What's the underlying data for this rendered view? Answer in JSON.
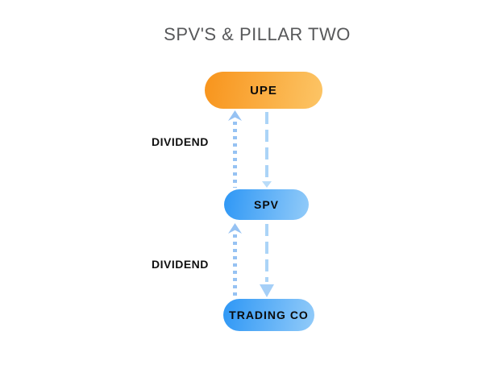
{
  "title": "SPV'S & PILLAR TWO",
  "nodes": {
    "upe": {
      "label": "UPE"
    },
    "spv": {
      "label": "SPV"
    },
    "trading_co": {
      "label": "TRADING CO"
    }
  },
  "edges": {
    "spv_to_upe": {
      "label": "DIVIDEND",
      "style": "dotted",
      "direction": "up"
    },
    "upe_to_spv": {
      "label": "",
      "style": "dashed",
      "direction": "down"
    },
    "trading_to_spv": {
      "label": "DIVIDEND",
      "style": "dotted",
      "direction": "up"
    },
    "spv_to_trading": {
      "label": "",
      "style": "dashed",
      "direction": "down"
    }
  },
  "colors": {
    "background": "#FFFFFF",
    "title_text": "#57585A",
    "node_text": "#0B0B0B",
    "upe_gradient_start": "#F8941C",
    "upe_gradient_end": "#FCC566",
    "blue_gradient_start": "#2E97F5",
    "blue_gradient_end": "#92CBF9",
    "dotted_arrow": "#96C2F3",
    "dashed_arrow": "#ABD4F7"
  }
}
